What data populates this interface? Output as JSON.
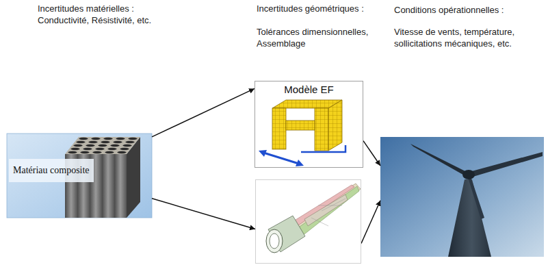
{
  "diagram": {
    "nodes": [
      {
        "text": [
          "Matériau composite"
        ]
      },
      {
        "text": [
          "Modèle EF"
        ]
      },
      {
        "text": []
      },
      {
        "text": []
      }
    ],
    "edges": [
      {
        "from": 0,
        "to": 1,
        "arrow": "to"
      },
      {
        "from": 0,
        "to": 2,
        "arrow": "to"
      },
      {
        "from": 1,
        "to": 3,
        "arrow": "to"
      },
      {
        "from": 2,
        "to": 3,
        "arrow": "to"
      }
    ],
    "labels": [
      "Incertitudes matérielles :",
      "Conductivité, Résistivité, etc.",
      "Incertitudes géométriques :",
      "Tolérances dimensionnelles, Assemblage",
      "Conditions opérationnelles :",
      "Vitesse de vents, température, sollicitations mécaniques, etc."
    ]
  }
}
